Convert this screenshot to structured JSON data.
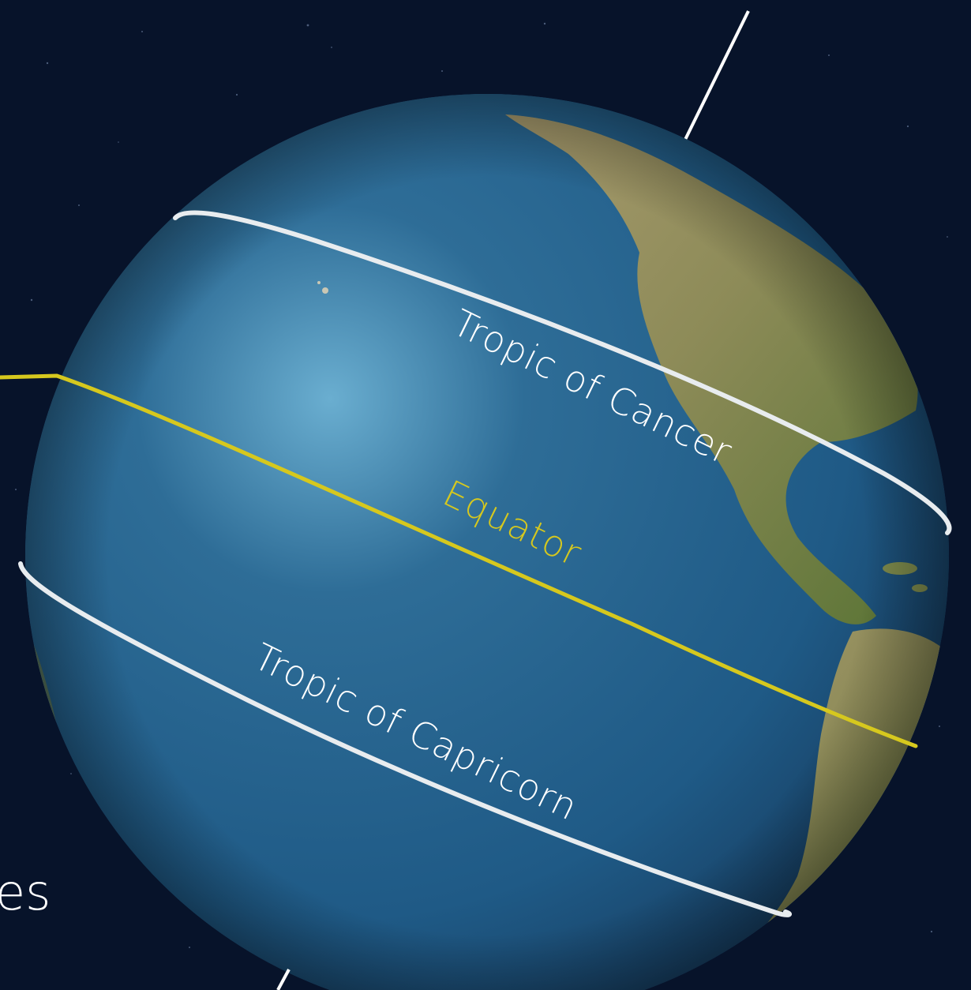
{
  "labels": {
    "tropic_of_cancer": "Tropic of Cancer",
    "equator": "Equator",
    "tropic_of_capricorn": "Tropic of Capricorn",
    "cropped_text": "es"
  },
  "colors": {
    "space": "#07132a",
    "ocean": "#1f5a86",
    "ocean_highlight": "#6aaed0",
    "land": "#8e8a5a",
    "land_green": "#4f6d33",
    "tropic_line": "#e8ecef",
    "equator_line": "#d6c81e",
    "axis_line": "#ffffff"
  }
}
